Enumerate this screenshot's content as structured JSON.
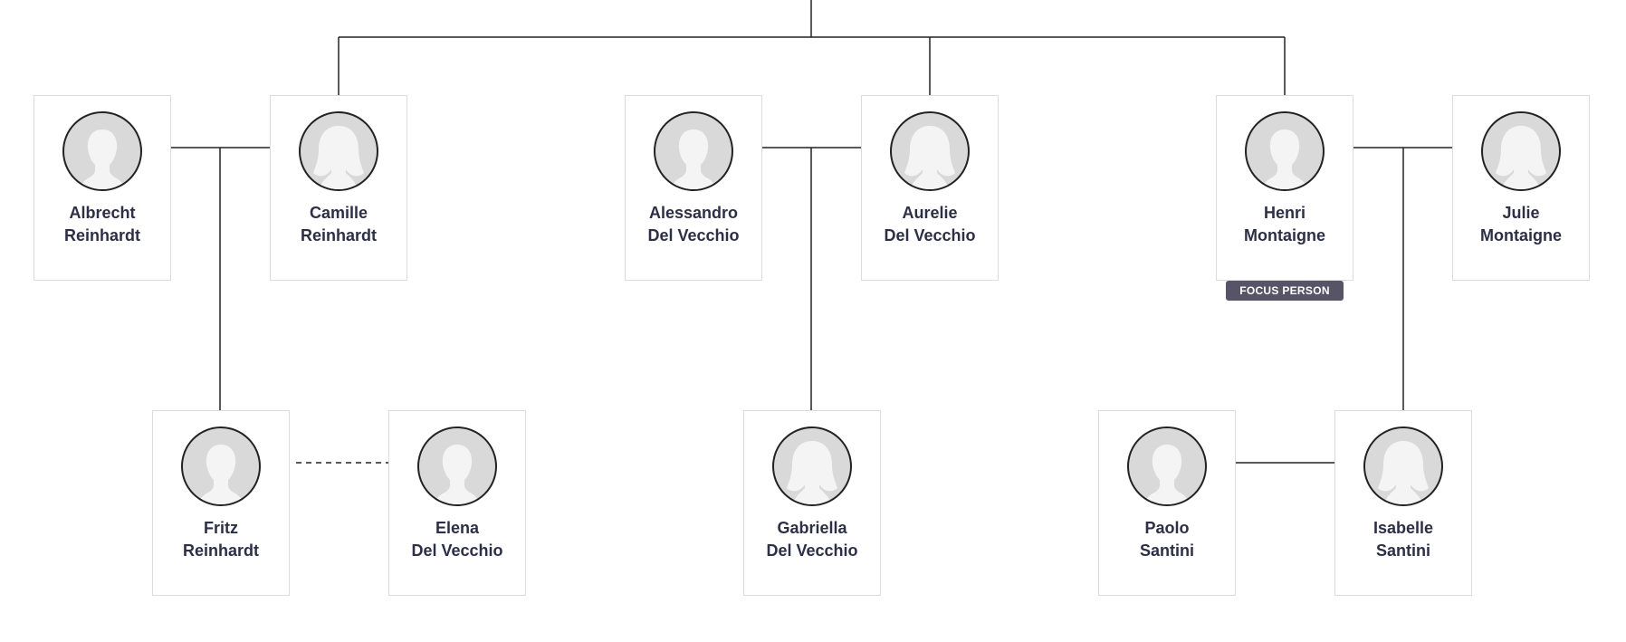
{
  "people": [
    {
      "id": "albrecht",
      "first": "Albrecht",
      "last": "Reinhardt",
      "gender": "male"
    },
    {
      "id": "camille",
      "first": "Camille",
      "last": "Reinhardt",
      "gender": "female"
    },
    {
      "id": "alessandro",
      "first": "Alessandro",
      "last": "Del Vecchio",
      "gender": "male"
    },
    {
      "id": "aurelie",
      "first": "Aurelie",
      "last": "Del Vecchio",
      "gender": "female"
    },
    {
      "id": "henri",
      "first": "Henri",
      "last": "Montaigne",
      "gender": "male",
      "focus": true
    },
    {
      "id": "julie",
      "first": "Julie",
      "last": "Montaigne",
      "gender": "female"
    },
    {
      "id": "fritz",
      "first": "Fritz",
      "last": "Reinhardt",
      "gender": "male"
    },
    {
      "id": "elena",
      "first": "Elena",
      "last": "Del Vecchio",
      "gender": "male"
    },
    {
      "id": "gabriella",
      "first": "Gabriella",
      "last": "Del Vecchio",
      "gender": "female"
    },
    {
      "id": "paolo",
      "first": "Paolo",
      "last": "Santini",
      "gender": "male"
    },
    {
      "id": "isabelle",
      "first": "Isabelle",
      "last": "Santini",
      "gender": "female"
    }
  ],
  "focus_badge": {
    "label": "FOCUS PERSON"
  },
  "colors": {
    "line": "#222222",
    "card_border": "#dcdcdc",
    "avatar_bg": "#d9d9d9",
    "silhouette": "#f4f4f4",
    "name_text": "#2c2f45",
    "badge_bg": "#565466",
    "badge_text": "#ffffff"
  }
}
